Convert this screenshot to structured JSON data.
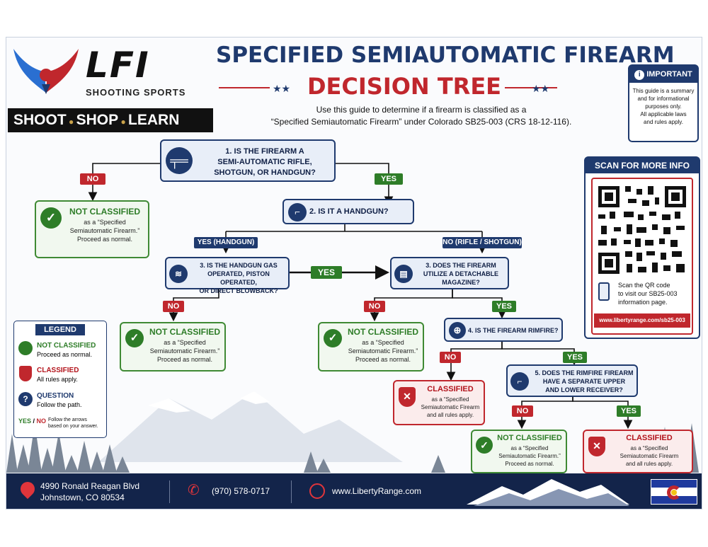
{
  "brand": {
    "logo_text": "LFI",
    "subtitle": "SHOOTING SPORTS",
    "tagline_words": [
      "SHOOT",
      "SHOP",
      "LEARN"
    ]
  },
  "title": {
    "line1": "SPECIFIED SEMIAUTOMATIC FIREARM",
    "line2": "DECISION TREE",
    "intro_line1": "Use this guide to determine if a firearm is classified as a",
    "intro_line2": "“Specified Semiautomatic Firearm” under Colorado SB25-003 (CRS 18-12-116)."
  },
  "important": {
    "heading": "IMPORTANT",
    "lines": [
      "This guide is a summary",
      "and for informational",
      "purposes only.",
      "All applicable laws",
      "and rules apply."
    ]
  },
  "qr": {
    "heading": "SCAN FOR MORE INFO",
    "text_lines": [
      "Scan the QR code",
      "to visit our SB25-003",
      "information page."
    ],
    "url": "www.libertyrange.com/sb25-003"
  },
  "tree": {
    "q1": [
      "1. IS THE FIREARM A",
      "SEMI-AUTOMATIC RIFLE,",
      "SHOTGUN, OR HANDGUN?"
    ],
    "q2": "2. IS IT A HANDGUN?",
    "q3": [
      "3. IS THE HANDGUN GAS",
      "OPERATED, PISTON OPERATED,",
      "OR DIRECT BLOWBACK?"
    ],
    "q3b": [
      "3. DOES THE FIREARM",
      "UTILIZE A DETACHABLE",
      "MAGAZINE?"
    ],
    "q4": "4. IS THE FIREARM RIMFIRE?",
    "q5": [
      "5. DOES THE RIMFIRE FIREARM",
      "HAVE A SEPARATE UPPER",
      "AND LOWER RECEIVER?"
    ],
    "yes": "YES",
    "no": "NO",
    "yes_handgun": "YES (HANDGUN)",
    "no_rifle": "NO (RIFLE / SHOTGUN)",
    "not_classified_title": "NOT CLASSIFIED",
    "not_classified_lines": [
      "as a “Specified",
      "Semiautomatic Firearm.”",
      "Proceed as normal."
    ],
    "classified_title": "CLASSIFIED",
    "classified_lines": [
      "as a “Specified",
      "Semiautomatic Firearm",
      "and all rules apply."
    ]
  },
  "legend": {
    "heading": "LEGEND",
    "items": [
      {
        "title": "NOT CLASSIFIED",
        "desc": "Proceed as normal."
      },
      {
        "title": "CLASSIFIED",
        "desc": "All rules apply."
      },
      {
        "title": "QUESTION",
        "desc": "Follow the path."
      }
    ],
    "yes_no_yes": "YES",
    "yes_no_sep": " / ",
    "yes_no_no": "NO",
    "yes_no_desc_lines": [
      "Follow the arrows",
      "based on your answer."
    ]
  },
  "footer": {
    "address_line1": "4990 Ronald Reagan Blvd",
    "address_line2": "Johnstown, CO 80534",
    "phone": "(970) 578-0717",
    "website": "www.LibertyRange.com"
  },
  "colors": {
    "navy": "#1f3a6e",
    "red": "#c0272d",
    "green": "#2e7d28"
  }
}
